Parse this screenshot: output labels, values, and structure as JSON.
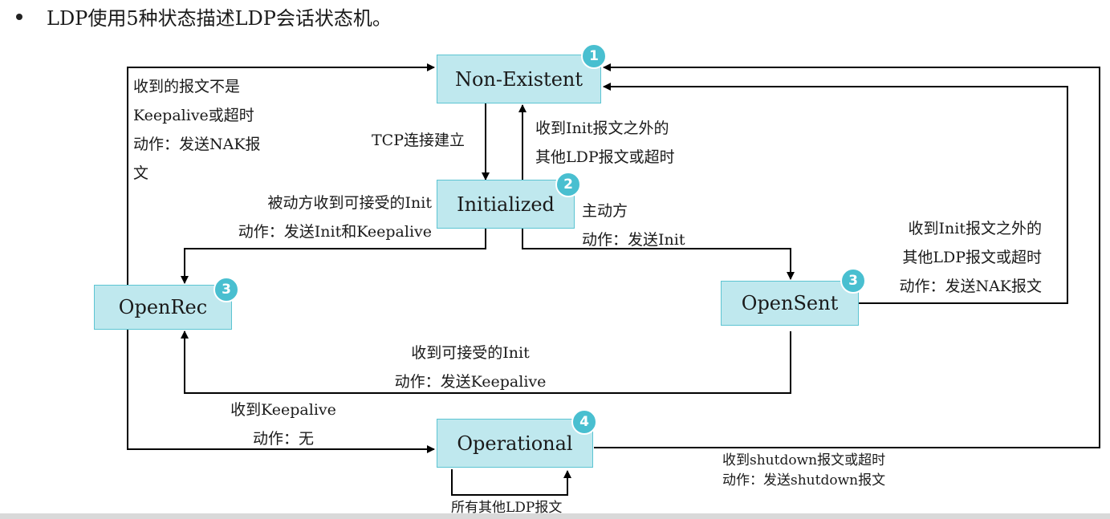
{
  "heading": "LDP使用5种状态描述LDP会话状态机。",
  "states": {
    "non_existent": {
      "name": "Non-Existent",
      "badge": "1"
    },
    "initialized": {
      "name": "Initialized",
      "badge": "2"
    },
    "openrec": {
      "name": "OpenRec",
      "badge": "3"
    },
    "opensent": {
      "name": "OpenSent",
      "badge": "3"
    },
    "operational": {
      "name": "Operational",
      "badge": "4"
    }
  },
  "transitions": {
    "openrec_to_nonexistent": [
      "收到的报文不是",
      "Keepalive或超时",
      "动作：发送NAK报",
      "文"
    ],
    "nonexistent_to_initialized": [
      "TCP连接建立"
    ],
    "initialized_to_nonexistent": [
      "收到Init报文之外的",
      "其他LDP报文或超时"
    ],
    "initialized_to_openrec": [
      "被动方收到可接受的Init",
      "动作：发送Init和Keepalive"
    ],
    "initialized_to_opensent": [
      "主动方",
      "动作：发送Init"
    ],
    "opensent_to_nonexistent": [
      "收到Init报文之外的",
      "其他LDP报文或超时",
      "动作：发送NAK报文"
    ],
    "opensent_to_openrec": [
      "收到可接受的Init",
      "动作：发送Keepalive"
    ],
    "openrec_to_operational": [
      "收到Keepalive",
      "动作：无"
    ],
    "operational_to_nonexistent": [
      "收到shutdown报文或超时",
      "动作：发送shutdown报文"
    ],
    "operational_self": [
      "所有其他LDP报文"
    ]
  }
}
